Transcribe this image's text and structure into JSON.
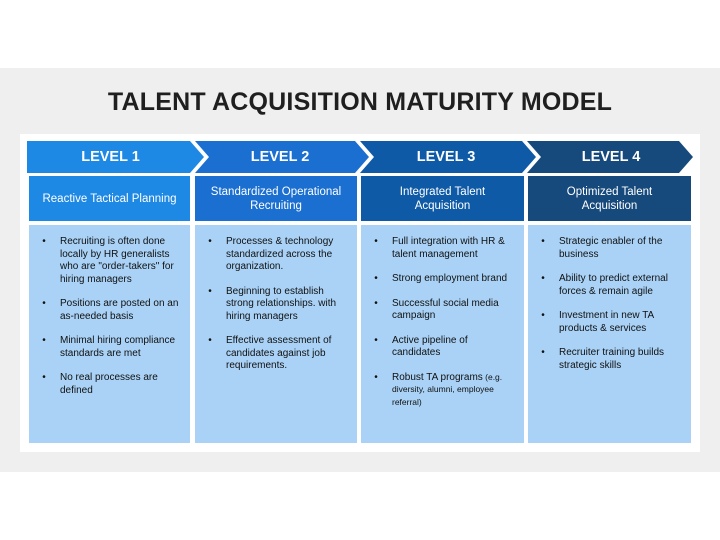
{
  "title": "TALENT ACQUISITION MATURITY MODEL",
  "colors": {
    "level1": "#1e88e5",
    "level2": "#1a6fd0",
    "level3": "#0f5aa6",
    "level4": "#174a7c",
    "body_fill": "#a9d2f6"
  },
  "levels": [
    {
      "arrow_label": "LEVEL 1",
      "heading": "Reactive Tactical Planning",
      "bullets": [
        {
          "text": "Recruiting is often done locally by HR generalists who are \"order-takers\" for hiring managers",
          "extra": ""
        },
        {
          "text": "Positions are posted on an as-needed basis",
          "extra": ""
        },
        {
          "text": "Minimal hiring compliance standards are met",
          "extra": ""
        },
        {
          "text": "No real processes are defined",
          "extra": ""
        }
      ]
    },
    {
      "arrow_label": "LEVEL 2",
      "heading": "Standardized Operational Recruiting",
      "bullets": [
        {
          "text": "Processes & technology standardized across the organization.",
          "extra": ""
        },
        {
          "text": "Beginning to establish strong relationships. with hiring managers",
          "extra": ""
        },
        {
          "text": "Effective assessment of candidates against job requirements.",
          "extra": ""
        }
      ]
    },
    {
      "arrow_label": "LEVEL 3",
      "heading": "Integrated Talent Acquisition",
      "bullets": [
        {
          "text": "Full integration with HR & talent management",
          "extra": ""
        },
        {
          "text": "Strong employment brand",
          "extra": ""
        },
        {
          "text": "Successful social media campaign",
          "extra": ""
        },
        {
          "text": "Active pipeline of candidates",
          "extra": ""
        },
        {
          "text": "Robust TA programs",
          "extra": " (e.g. diversity, alumni, employee referral)"
        }
      ]
    },
    {
      "arrow_label": "LEVEL 4",
      "heading": "Optimized Talent Acquisition",
      "bullets": [
        {
          "text": "Strategic enabler of the business",
          "extra": ""
        },
        {
          "text": "Ability to predict external forces & remain agile",
          "extra": ""
        },
        {
          "text": "Investment in new TA products & services",
          "extra": ""
        },
        {
          "text": "Recruiter training builds strategic skills",
          "extra": ""
        }
      ]
    }
  ]
}
